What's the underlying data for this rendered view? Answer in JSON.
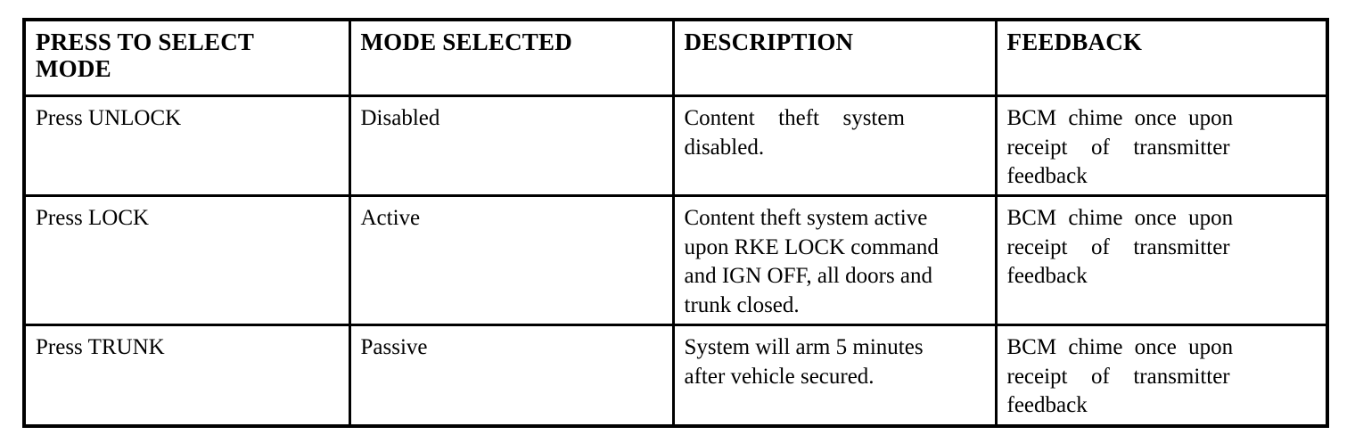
{
  "document": {
    "type": "table",
    "background_color": "#ffffff",
    "text_color": "#000000",
    "border_color": "#000000"
  },
  "table": {
    "name": "content-theft-system-mode-selection",
    "columns": [
      {
        "key": "press_to_select_mode",
        "header": "PRESS TO SELECT\nMODE"
      },
      {
        "key": "mode_selected",
        "header": "MODE SELECTED"
      },
      {
        "key": "description",
        "header": "DESCRIPTION"
      },
      {
        "key": "feedback",
        "header": "FEEDBACK"
      }
    ],
    "rows": [
      {
        "press_to_select_mode": "Press UNLOCK",
        "mode_selected": "Disabled",
        "description": "Content theft system disabled.",
        "description_lines": [
          "Content  theft  system",
          "disabled."
        ],
        "feedback": "BCM chime once upon receipt of transmitter feedback",
        "feedback_lines": [
          "BCM chime once upon",
          "receipt  of  transmitter",
          "feedback"
        ]
      },
      {
        "press_to_select_mode": "Press LOCK",
        "mode_selected": "Active",
        "description": "Content theft system active upon RKE LOCK command and IGN OFF, all doors and trunk closed.",
        "description_lines": [
          "Content theft system active",
          "upon RKE LOCK command",
          "and IGN OFF, all doors and",
          "trunk closed."
        ],
        "feedback": "BCM chime once upon receipt of transmitter feedback",
        "feedback_lines": [
          "BCM chime once upon",
          "receipt  of  transmitter",
          "feedback"
        ]
      },
      {
        "press_to_select_mode": "Press TRUNK",
        "mode_selected": "Passive",
        "description": "System will arm 5 minutes after vehicle secured.",
        "description_lines": [
          "System will arm 5 minutes",
          "after vehicle secured."
        ],
        "feedback": "BCM chime once upon receipt of transmitter feedback",
        "feedback_lines": [
          "BCM chime once upon",
          "receipt  of  transmitter",
          "feedback"
        ]
      }
    ]
  }
}
